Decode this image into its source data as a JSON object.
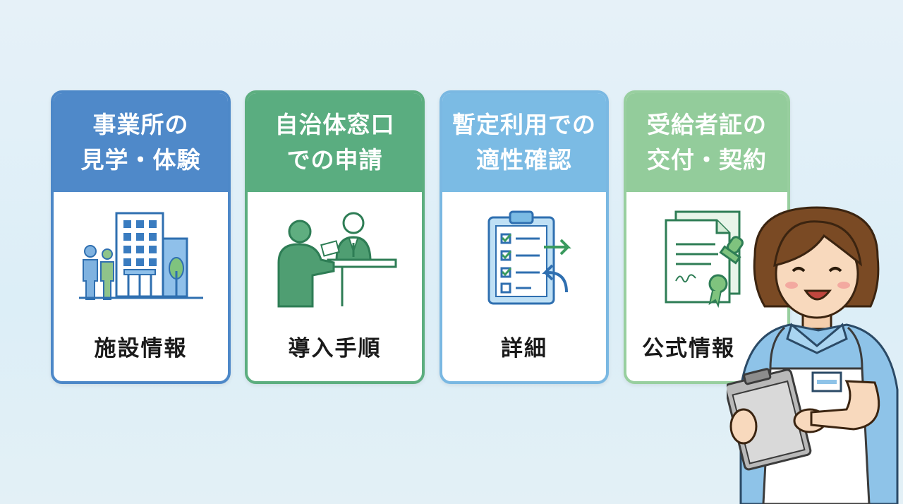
{
  "colors": {
    "step1": "#4f89c9",
    "step2": "#5aad80",
    "step3": "#7bbbe4",
    "step4": "#93cc9b",
    "background": "#e3f0f7"
  },
  "steps": [
    {
      "title_line1": "事業所の",
      "title_line2": "見学・体験",
      "icon": "facility-building-icon",
      "label": "施設情報"
    },
    {
      "title_line1": "自治体窓口",
      "title_line2": "での申請",
      "icon": "reception-counter-icon",
      "label": "導入手順"
    },
    {
      "title_line1": "暫定利用での",
      "title_line2": "適性確認",
      "icon": "clipboard-checklist-icon",
      "label": "詳細"
    },
    {
      "title_line1": "受給者証の",
      "title_line2": "交付・契約",
      "icon": "certificate-document-icon",
      "label": "公式情報"
    }
  ],
  "staff_illustration": "staff-with-clipboard-illustration"
}
